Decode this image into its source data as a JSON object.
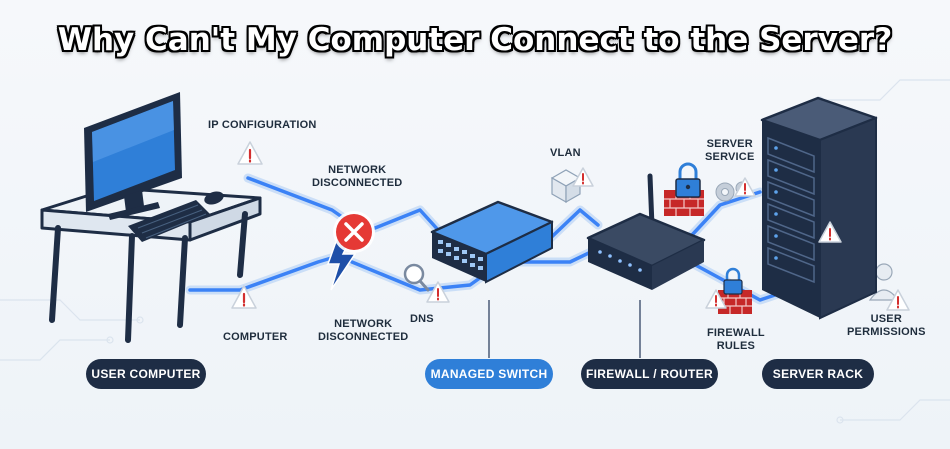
{
  "title": "Why Can't My Computer Connect to the Server?",
  "labels": {
    "ip_configuration": "IP CONFIGURATION",
    "network_disconnected_top": "NETWORK\nDISCONNECTED",
    "network_disconnected_bottom": "NETWORK\nDISCONNECTED",
    "computer": "COMPUTER",
    "dns": "DNS",
    "vlan": "VLAN",
    "server_service": "SERVER\nSERVICE",
    "firewall_rules": "FIREWALL\nRULES",
    "user_permissions": "USER\nPERMISSIONS"
  },
  "devices": {
    "user_computer": "USER COMPUTER",
    "managed_switch": "MANAGED SWITCH",
    "firewall_router": "FIREWALL / ROUTER",
    "server_rack": "SERVER RACK"
  },
  "colors": {
    "cable": "#3b82f6",
    "device_dark": "#1e2d45",
    "device_blue": "#2f7fd8",
    "error_red": "#e53935",
    "warning_red": "#d32f2f"
  }
}
